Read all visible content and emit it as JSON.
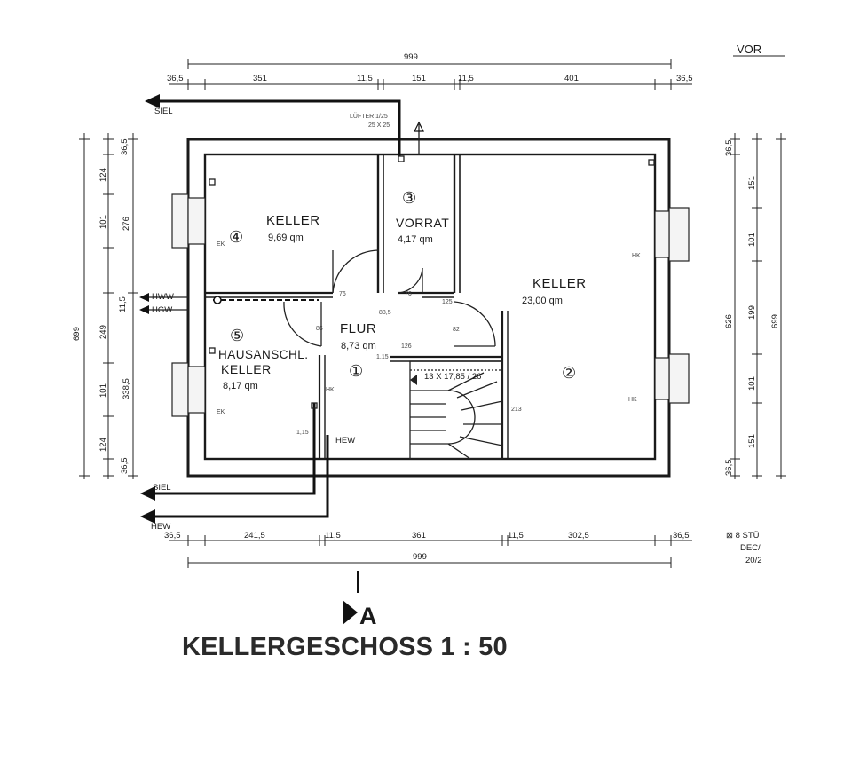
{
  "title": "KELLERGESCHOSS 1 : 50",
  "corner_note": "VOR",
  "rooms": [
    {
      "number": "④",
      "name": "KELLER",
      "area": "9,69 qm"
    },
    {
      "number": "③",
      "name": "VORRAT",
      "area": "4,17 qm"
    },
    {
      "number": "②",
      "name": "KELLER",
      "area": "23,00 qm"
    },
    {
      "number": "①",
      "name": "FLUR",
      "area": "8,73 qm"
    },
    {
      "number": "⑤",
      "name_line1": "HAUSANSCHL.",
      "name_line2": "KELLER",
      "area": "8,17 qm"
    }
  ],
  "pipe_labels": {
    "siel_top": "SIEL",
    "siel_bottom": "SIEL",
    "hew_bottom": "HEW",
    "hew_side": "HEW",
    "hww": "HWW",
    "hgw": "HGW"
  },
  "stair_label": "13 X 17,85 / 26",
  "section_mark": "A",
  "legend_lines": [
    "⊠ 8 STÜ",
    "DEC/",
    "20/2"
  ],
  "dimensions": {
    "top_total": "999",
    "top_parts": [
      "36,5",
      "351",
      "11,5",
      "151",
      "11,5",
      "401",
      "36,5"
    ],
    "bottom_parts": [
      "36,5",
      "241,5",
      "11,5",
      "361",
      "11,5",
      "302,5",
      "36,5"
    ],
    "bottom_total": "999",
    "left_outer": "699",
    "left_parts_a": [
      "36,5",
      "124",
      "101",
      "11,5",
      "249",
      "101",
      "124",
      "36,5"
    ],
    "left_parts_b": [
      "276",
      "338,5"
    ],
    "right_outer": "699",
    "right_mid": "626",
    "right_parts": [
      "36,5",
      "151",
      "101",
      "199",
      "101",
      "151",
      "36,5"
    ]
  },
  "small_notes": {
    "luefter": "LÜFTER 1/25",
    "luefter_sub": "25 X 25",
    "hk": "HK",
    "ek": "EK",
    "flur_dims": [
      "76",
      "86",
      "76",
      "125",
      "82",
      "126",
      "88,5",
      "1,15",
      "1,15",
      "213"
    ]
  }
}
